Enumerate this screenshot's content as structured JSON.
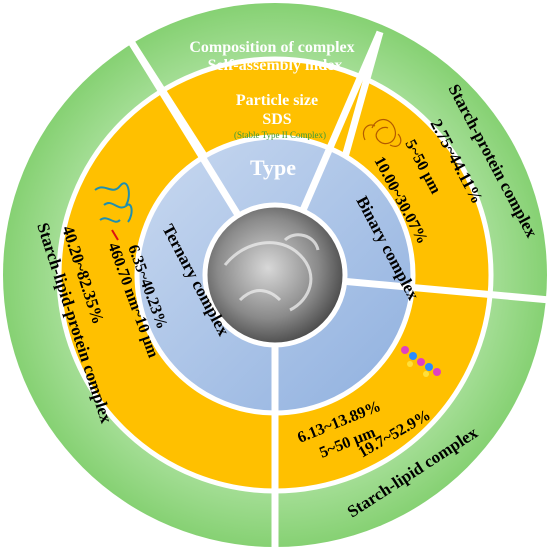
{
  "colors": {
    "outer_ring": "#8fd67e",
    "outer_ring_light": "#c5ecb9",
    "middle_ring": "#ffc000",
    "inner_ring": "#a6c1e6",
    "divider": "#ffffff"
  },
  "outer_header": {
    "line1": "Composition of complex",
    "line2": "Self-assembly index"
  },
  "middle_header": {
    "line1": "Particle size",
    "line2": "SDS",
    "note": "(Stable Type II Complex)"
  },
  "inner_header": "Type",
  "center_image": "sem-micrograph",
  "binary": {
    "type_label": "Binary complex",
    "protein": {
      "name": "Starch-protein complex",
      "value": "2.75~44.11%",
      "size": "5~50 μm",
      "sds": "10.00~30.07%"
    },
    "lipid": {
      "name": "Starch-lipid complex",
      "value": "19.7~52.9%",
      "sds": "6.13~13.89%",
      "size": "5~50 μm"
    }
  },
  "ternary": {
    "type_label": "Ternary complex",
    "name": "Starch-lipid-protein complex",
    "value": "40.20~82.35%",
    "sds": "6.35~40.23%",
    "size": "460.70 nm~10 μm"
  }
}
